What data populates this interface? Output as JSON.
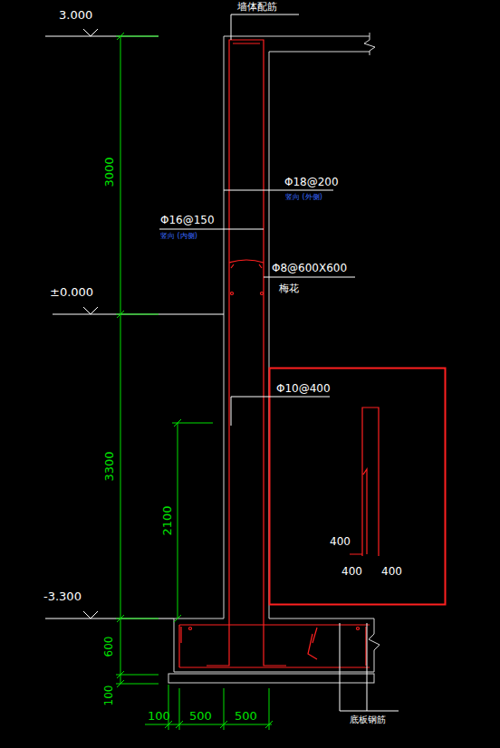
{
  "diagram": {
    "labels": [
      "墙体配筋",
      "3.000",
      "3000",
      "Φ18@200",
      "竖向 (外侧)",
      "Φ16@150",
      "竖向 (内侧)",
      "Φ8@600X600",
      "梅花",
      "±0.000",
      "Φ10@400",
      "3300",
      "2100",
      "400",
      "400",
      "400",
      "-3.300",
      "600",
      "100",
      "100",
      "500",
      "500",
      "底板钢筋"
    ]
  }
}
